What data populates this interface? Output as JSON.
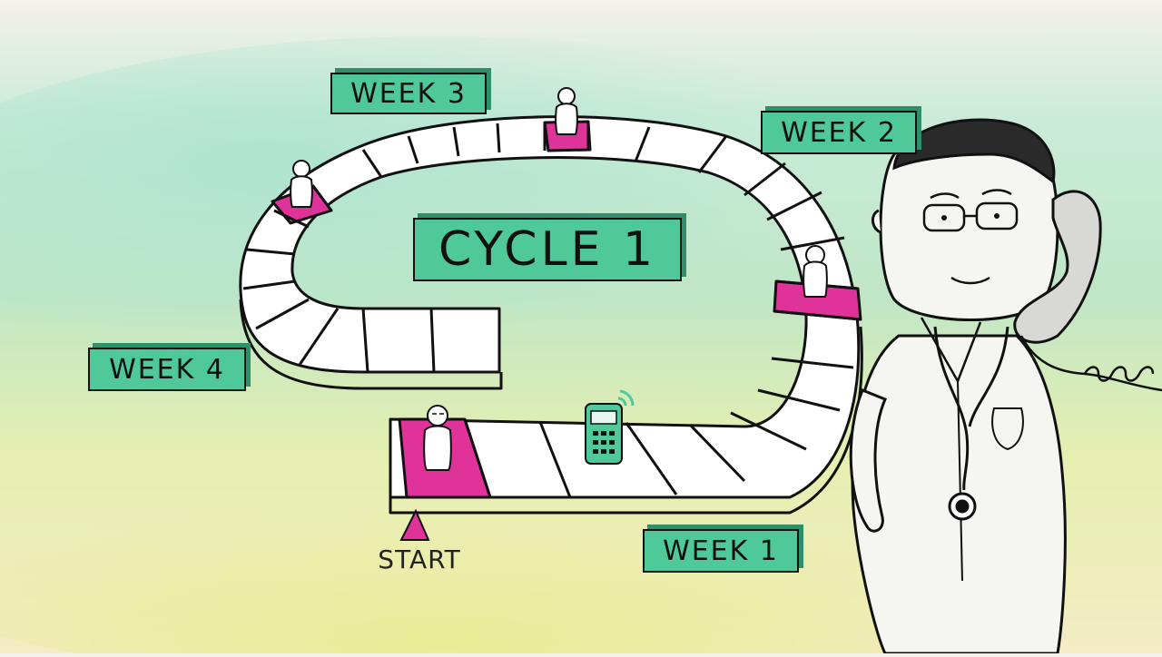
{
  "labels": {
    "cycle": "CYCLE 1",
    "week_1": "WEEK 1",
    "week_2": "WEEK 2",
    "week_3": "WEEK 3",
    "week_4": "WEEK 4",
    "start": "START"
  },
  "colors": {
    "label_green": "#4fc89a",
    "label_shadow": "#2e8f6a",
    "highlight_magenta": "#e0339a",
    "track_white": "#ffffff",
    "ink": "#111111"
  },
  "icons": [
    "doctor-token-icon",
    "mobile-phone-icon",
    "start-arrow-icon",
    "doctor-character",
    "telephone-handset-icon",
    "stethoscope-icon"
  ]
}
